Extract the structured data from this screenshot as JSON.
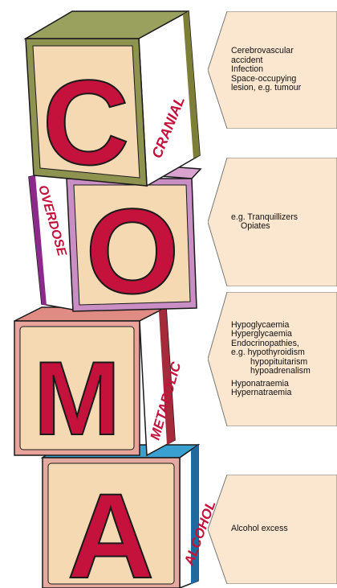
{
  "blocks": [
    {
      "id": "c",
      "letter": "C",
      "side_label": "CRANIAL",
      "front_color": "#f4d9b3",
      "top_color": "#9aa05e",
      "side_color": "#ffffff",
      "letter_color": "#c4123c"
    },
    {
      "id": "o",
      "letter": "O",
      "side_label": "OVERDOSE",
      "front_color": "#f4d9b3",
      "top_color": "#d9a2cf",
      "side_color": "#ffffff",
      "letter_color": "#c4123c"
    },
    {
      "id": "m",
      "letter": "M",
      "side_label": "METABOLIC",
      "front_color": "#f4d9b3",
      "top_color": "#e08c84",
      "side_color": "#ffffff",
      "letter_color": "#c4123c"
    },
    {
      "id": "a",
      "letter": "A",
      "side_label": "ALCOHOL",
      "front_color": "#f4d9b3",
      "top_color": "#3aa0cf",
      "side_color": "#ffffff",
      "letter_color": "#c4123c"
    }
  ],
  "panels": {
    "cranial": [
      "Cerebrovascular",
      "accident",
      "Infection",
      "Space-occupying",
      "lesion, e.g. tumour"
    ],
    "overdose": [
      "e.g. Tranquillizers",
      "Opiates"
    ],
    "metabolic": [
      "Hypoglycaemia",
      "Hyperglycaemia",
      "Endocrinopathies,",
      "e.g. hypothyroidism",
      "hypopituitarism",
      "hypoadrenalism",
      "Hyponatraemia",
      "Hypernatraemia"
    ],
    "alcohol": [
      "Alcohol excess"
    ]
  },
  "colors": {
    "panel_fill": "#fbe6cf",
    "outline": "#1a1a1a",
    "letter_red": "#c4123c",
    "olive_side": "#7d7f36",
    "purple_side": "#8c2a8c",
    "red_side": "#a52a3a",
    "blue_side": "#1f6aa0"
  }
}
